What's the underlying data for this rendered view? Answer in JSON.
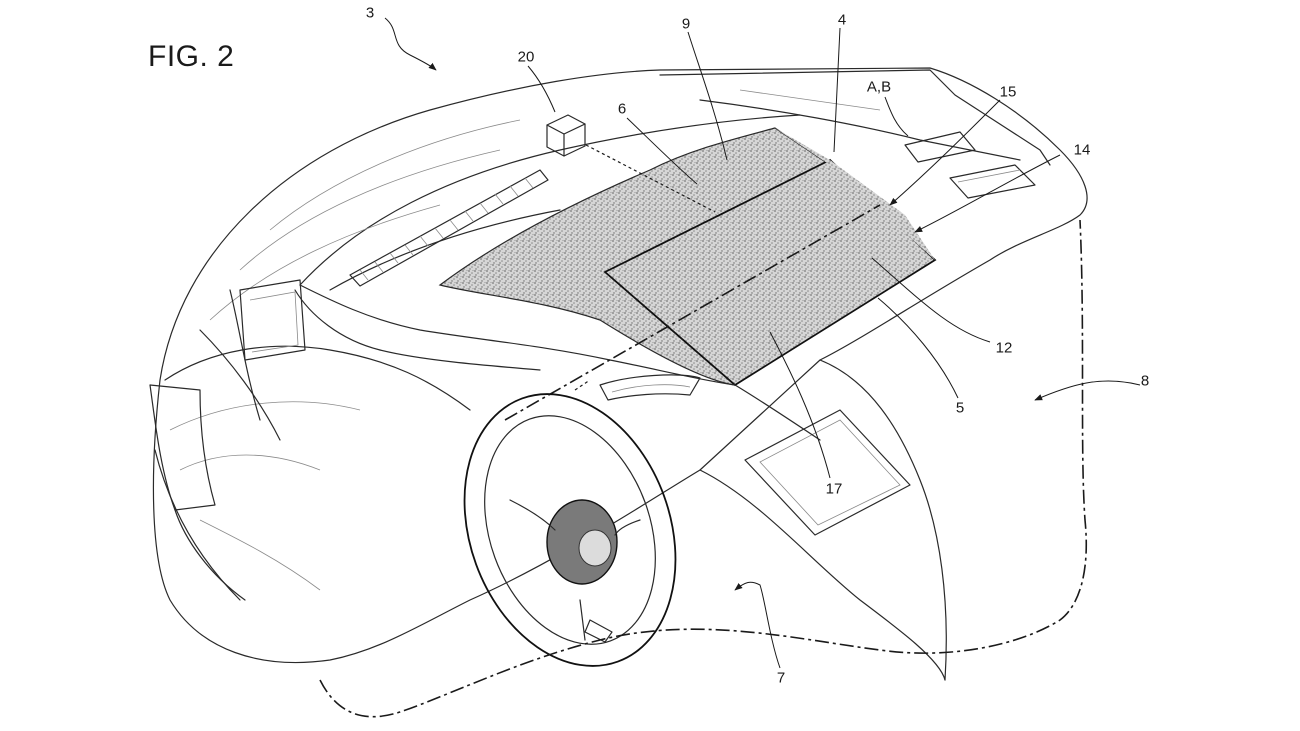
{
  "figure": {
    "title": "FIG. 2"
  },
  "refs": {
    "r3": "3",
    "r20": "20",
    "r6": "6",
    "r9": "9",
    "r4": "4",
    "rAB": "A,B",
    "r15": "15",
    "r14": "14",
    "r12": "12",
    "r8": "8",
    "r5": "5",
    "r17": "17",
    "r7": "7"
  },
  "colors": {
    "ink": "#1a1a1a",
    "stipple": "#b8b8b8",
    "hub": "#7a7a7a"
  }
}
